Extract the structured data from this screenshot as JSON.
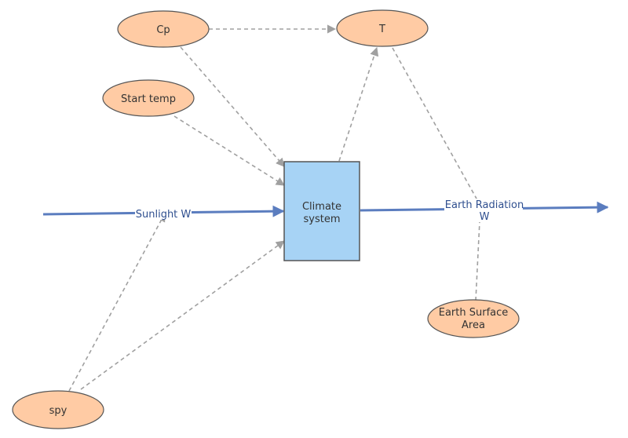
{
  "diagram": {
    "stock": {
      "label_line1": "Climate",
      "label_line2": "system"
    },
    "variables": {
      "cp": "Cp",
      "t": "T",
      "start_temp": "Start temp",
      "spy": "spy",
      "earth_surface_area_line1": "Earth Surface",
      "earth_surface_area_line2": "Area"
    },
    "flows": {
      "sunlight": "Sunlight W",
      "earth_radiation_line1": "Earth Radiation",
      "earth_radiation_line2": "W"
    }
  },
  "colors": {
    "variable_fill": "#ffcba4",
    "variable_stroke": "#555555",
    "stock_fill": "#a7d3f5",
    "stock_stroke": "#555555",
    "flow": "#5b7dbf",
    "link": "#a0a0a0"
  }
}
